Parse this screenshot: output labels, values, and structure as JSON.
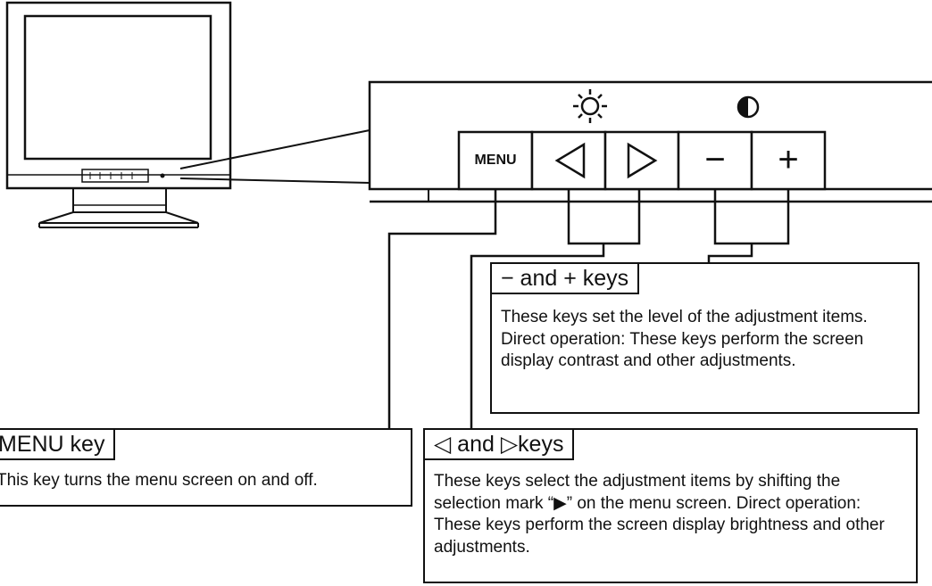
{
  "panel": {
    "brightness_icon": "brightness-sun-icon",
    "contrast_icon": "contrast-half-circle-icon",
    "keys": {
      "menu": "MENU",
      "left_icon": "left-triangle-icon",
      "right_icon": "right-triangle-icon",
      "minus": "−",
      "plus": "+"
    }
  },
  "callouts": {
    "plus_minus": {
      "title": "− and + keys",
      "body": "These keys set the level of the adjustment items. Direct operation: These keys perform the screen display contrast and other adjustments."
    },
    "menu": {
      "title": "MENU key",
      "body": "This key turns the menu screen on and off."
    },
    "arrows": {
      "title": "◁ and ▷keys",
      "body": "These keys select the adjustment items by shifting the selection mark “▶” on the menu screen. Direct operation: These keys perform the screen display brightness and other adjustments."
    }
  }
}
